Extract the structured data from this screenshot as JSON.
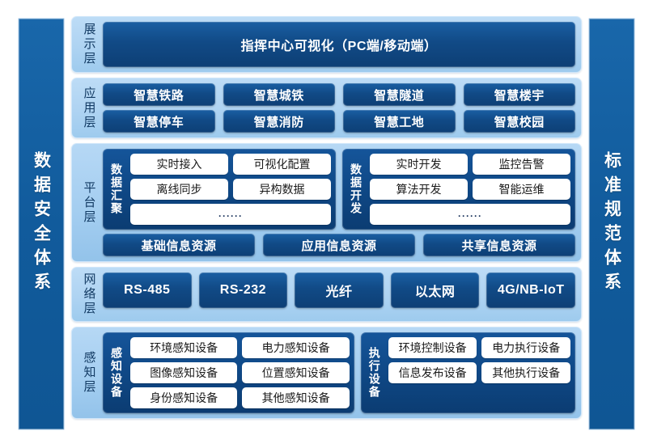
{
  "colors": {
    "pillar_blue": "#1967aa",
    "layer_bg": "#b6d8f5",
    "pill_blue": "#114a86",
    "chip_white": "#ffffff",
    "label_text": "#123a63"
  },
  "pillars": {
    "left": "数据安全体系",
    "right": "标准规范体系"
  },
  "layers": {
    "presentation": {
      "label": "展示层",
      "items": [
        "指挥中心可视化（PC端/移动端）"
      ]
    },
    "application": {
      "label": "应用层",
      "row1": [
        "智慧铁路",
        "智慧城铁",
        "智慧隧道",
        "智慧楼宇"
      ],
      "row2": [
        "智慧停车",
        "智慧消防",
        "智慧工地",
        "智慧校园"
      ]
    },
    "platform": {
      "label": "平台层",
      "panels": [
        {
          "label": "数据汇聚",
          "row1": [
            "实时接入",
            "可视化配置"
          ],
          "row2": [
            "离线同步",
            "异构数据"
          ],
          "row3": "······"
        },
        {
          "label": "数据开发",
          "row1": [
            "实时开发",
            "监控告警"
          ],
          "row2": [
            "算法开发",
            "智能运维"
          ],
          "row3": "······"
        }
      ],
      "resources": [
        "基础信息资源",
        "应用信息资源",
        "共享信息资源"
      ]
    },
    "network": {
      "label": "网络层",
      "items": [
        "RS-485",
        "RS-232",
        "光纤",
        "以太网",
        "4G/NB-IoT"
      ]
    },
    "perception": {
      "label": "感知层",
      "panels": [
        {
          "label": "感知设备",
          "row1": [
            "环境感知设备",
            "电力感知设备"
          ],
          "row2": [
            "图像感知设备",
            "位置感知设备"
          ],
          "row3": [
            "身份感知设备",
            "其他感知设备"
          ]
        },
        {
          "label": "执行设备",
          "row1": [
            "环境控制设备",
            "电力执行设备"
          ],
          "row2": [
            "信息发布设备",
            "其他执行设备"
          ]
        }
      ]
    }
  }
}
